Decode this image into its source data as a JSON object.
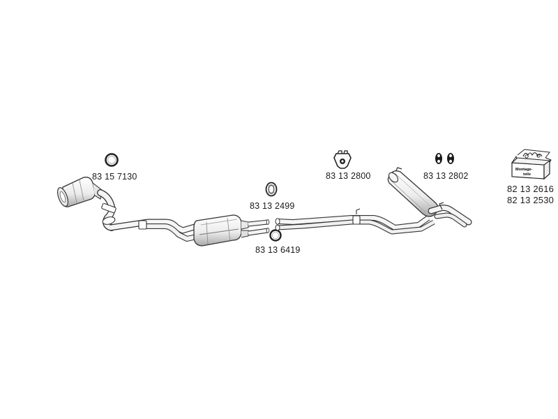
{
  "parts": [
    {
      "id": "catalytic-converter-ring",
      "number": "83 15 7130",
      "icon": "ring-icon"
    },
    {
      "id": "front-pipe-clamp",
      "number": "83 13 2499",
      "icon": "clamp-ring-icon"
    },
    {
      "id": "centre-pipe-ring",
      "number": "83 13 6419",
      "icon": "ring-icon"
    },
    {
      "id": "rubber-mounting",
      "number": "83 13 2800",
      "icon": "rubber-mount-icon"
    },
    {
      "id": "rubber-rings",
      "number": "83 13 2802",
      "icon": "rubber-ring-pair-icon"
    }
  ],
  "kit": {
    "label_line1": "Montage-",
    "label_line2": "teile",
    "numbers": [
      "82 13 2616",
      "82 13 2530"
    ],
    "icon": "fitting-kit-box-icon"
  },
  "colors": {
    "stroke": "#3a3a3a",
    "fill": "#ffffff",
    "shade": "#d8d8d8",
    "dark": "#1a1a1a"
  }
}
